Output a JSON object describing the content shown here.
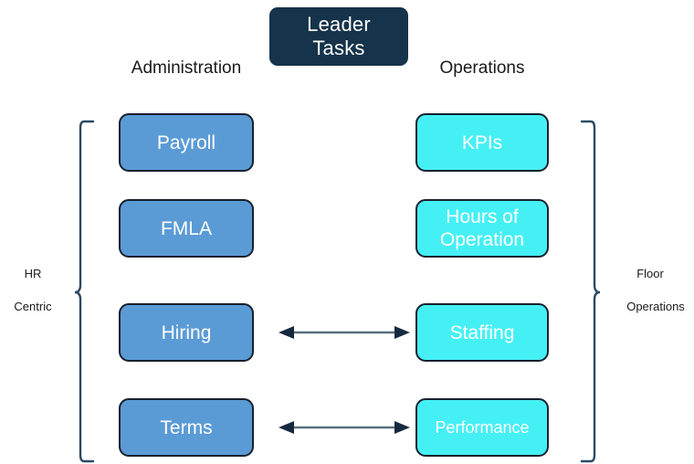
{
  "diagram": {
    "title_box": {
      "line1": "Leader",
      "line2": "Tasks",
      "fill": "#15334a",
      "text_color": "#ffffff"
    },
    "columns": [
      {
        "key": "administration",
        "header": "Administration"
      },
      {
        "key": "operations",
        "header": "Operations"
      }
    ],
    "administration_boxes": [
      {
        "label": "Payroll",
        "fill": "#5b9bd5"
      },
      {
        "label": "FMLA",
        "fill": "#5b9bd5"
      },
      {
        "label": "Hiring",
        "fill": "#5b9bd5"
      },
      {
        "label": "Terms",
        "fill": "#5b9bd5"
      }
    ],
    "operations_boxes": [
      {
        "label": "KPIs",
        "fill": "#45f0f5"
      },
      {
        "label_line1": "Hours of",
        "label_line2": "Operation",
        "fill": "#45f0f5"
      },
      {
        "label": "Staffing",
        "fill": "#45f0f5"
      },
      {
        "label": "Performance",
        "fill": "#45f0f5"
      }
    ],
    "connectors": [
      {
        "name": "hiring-staffing",
        "type": "double-arrow"
      },
      {
        "name": "terms-performance",
        "type": "double-arrow"
      }
    ],
    "left_bracket_label": {
      "line1": "HR",
      "line2": "Centric"
    },
    "right_bracket_label": {
      "line1": "Floor",
      "line2": "Operations"
    },
    "colors": {
      "border": "#16212e",
      "arrow": "#1f3b52",
      "bracket": "#1f3b52",
      "background": "#ffffff"
    }
  }
}
